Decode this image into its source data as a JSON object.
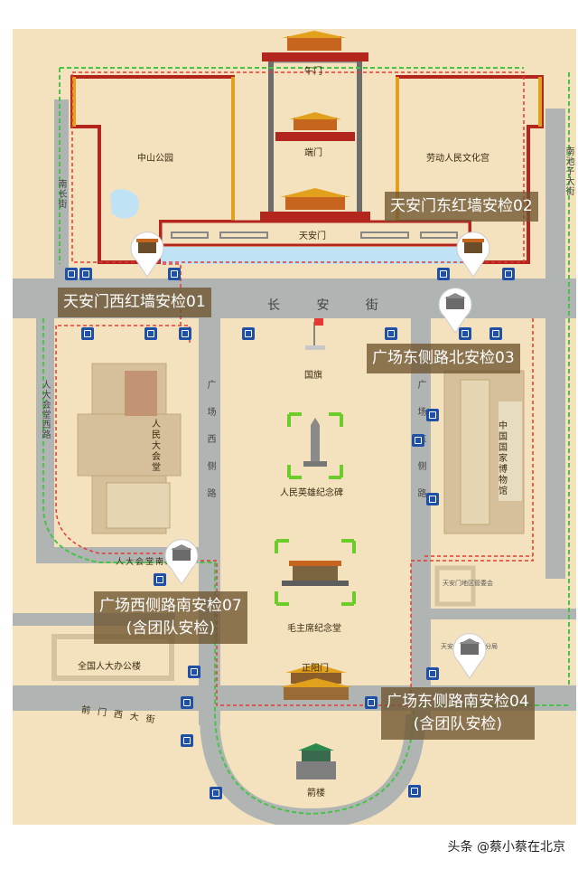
{
  "labels": {
    "wumen": "午门",
    "duanmen": "端门",
    "tiananmen": "天安门",
    "zhongshan_park": "中山公园",
    "workers_palace": "劳动人民文化宫",
    "changan_street": "长 安 街",
    "flag": "国旗",
    "great_hall": "人民大会堂",
    "monument": "人民英雄纪念碑",
    "museum": "中国国家博物馆",
    "mausoleum": "毛主席纪念堂",
    "zhengyangmen": "正阳门",
    "jianlou": "箭楼",
    "npc_office": "全国人大办公楼",
    "nanchang_street": "南长街",
    "nanchizi_street": "南池子大街",
    "renda_west_road": "人大会堂西路",
    "renda_south_road": "人大会堂南路",
    "square_west_road": "广场西侧路",
    "square_east_road": "广场东侧路",
    "qianmen_west_street": "前门西大街",
    "museum_small": "天安门地区管委会",
    "public_office": "天安门地区公安分局"
  },
  "checkpoints": {
    "cp01": "天安门西红墙安检01",
    "cp02": "天安门东红墙安检02",
    "cp03": "广场东侧路北安检03",
    "cp04_line1": "广场东侧路南安检04",
    "cp04_line2": "(含团队安检)",
    "cp07_line1": "广场西侧路南安检07",
    "cp07_line2": "(含团队安检)"
  },
  "footer": {
    "credit": "头条 @蔡小蔡在北京"
  },
  "colors": {
    "ground": "#f4e2bf",
    "road": "#b0b4b3",
    "red_wall": "#b3261e",
    "gold": "#e2a11d",
    "water": "#bfe3f5",
    "green_route": "#47c447",
    "red_route": "#e53935",
    "icon_blue": "#1f4fa6"
  }
}
